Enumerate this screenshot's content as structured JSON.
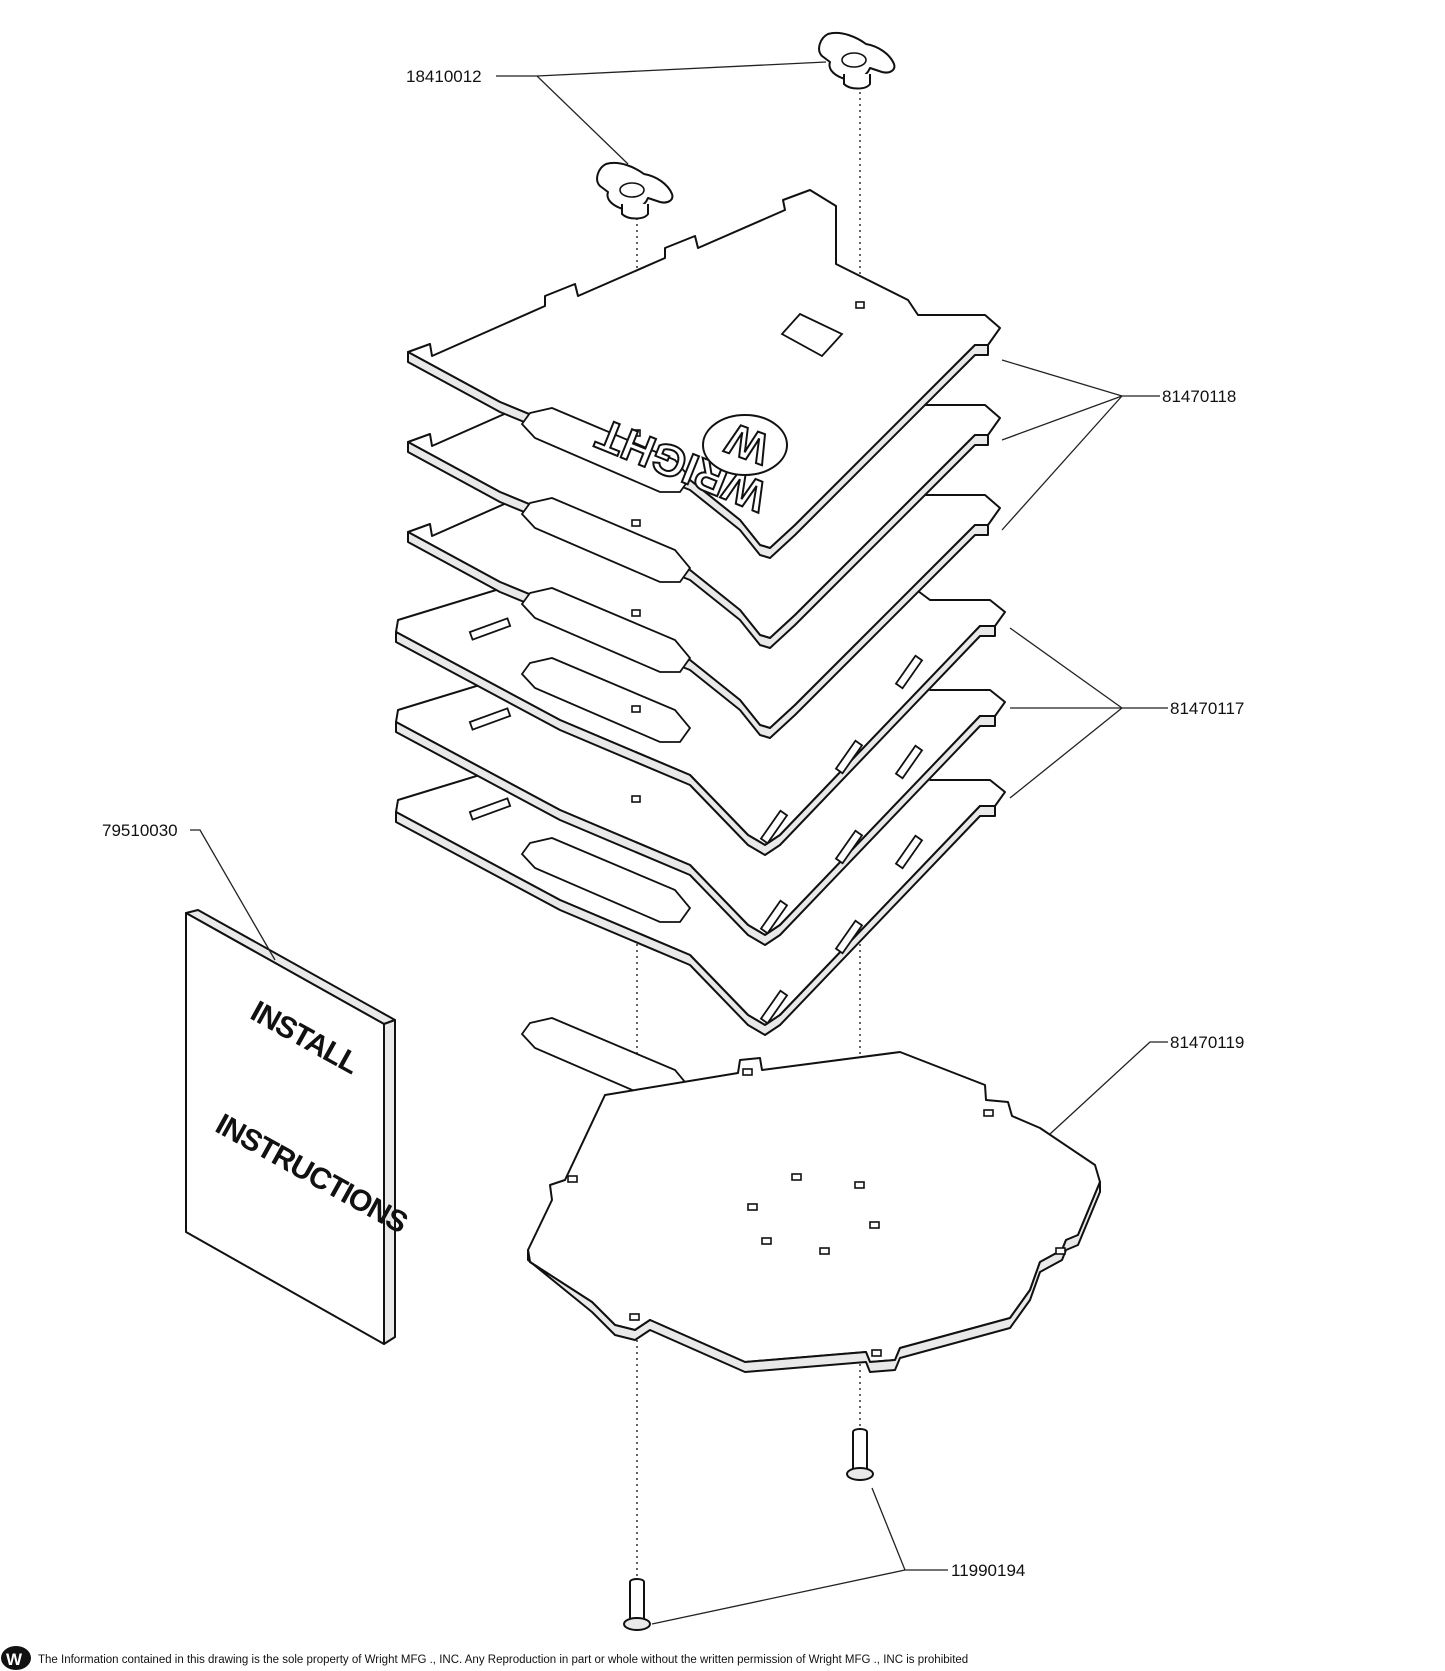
{
  "callouts": {
    "wing_nut": "18410012",
    "top_plate": "81470118",
    "middle_plate": "81470117",
    "base_plate": "81470119",
    "manual": "79510030",
    "bolt": "11990194"
  },
  "manual_cover": {
    "line1": "INSTALL",
    "line2": "INSTRUCTIONS"
  },
  "plate_brand": "WRIGHT",
  "footer": {
    "logo_letter": "W",
    "notice": "The Information contained in this drawing is the sole property of Wright MFG ., INC. Any Reproduction in part or whole without the written permission of Wright MFG ., INC is prohibited"
  },
  "colors": {
    "line": "#111111",
    "background": "#ffffff"
  }
}
